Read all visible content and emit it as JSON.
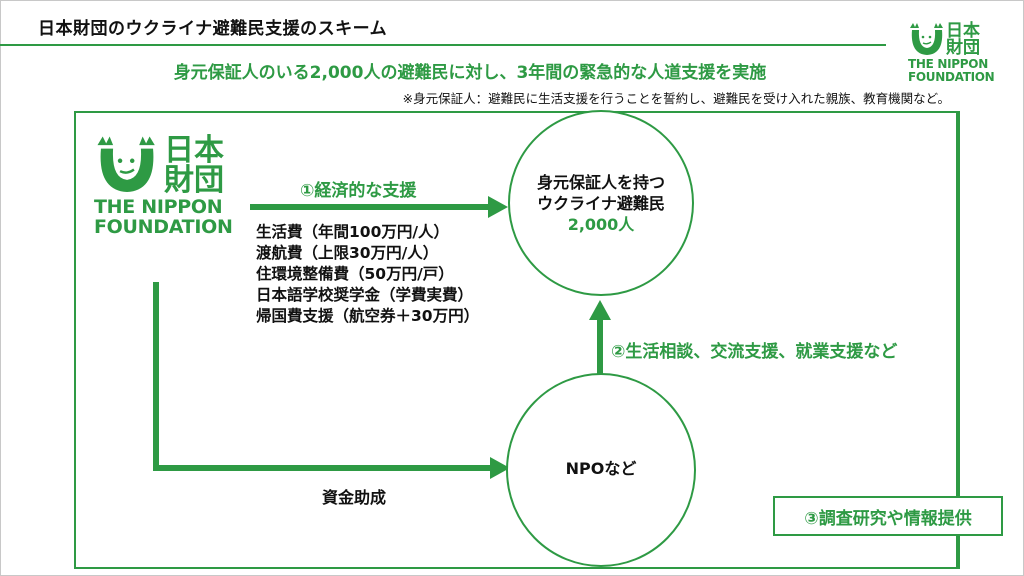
{
  "header": {
    "title": "日本財団のウクライナ避難民支援のスキーム",
    "headline": "身元保証人のいる2,000人の避難民に対し、3年間の緊急的な人道支援を実施",
    "note": "※身元保証人：避難民に生活支援を行うことを誓約し、避難民を受け入れた親族、教育機関など。"
  },
  "logo": {
    "kanji_line1": "日本",
    "kanji_line2": "財団",
    "en_line1": "THE NIPPON",
    "en_line2": "FOUNDATION",
    "icon": "smiling-face-raised-hands-icon"
  },
  "diagram": {
    "refugee_node": {
      "line1": "身元保証人を持つ",
      "line2": "ウクライナ避難民",
      "count": "2,000人"
    },
    "npo_node": {
      "label": "NPOなど"
    },
    "flow1": {
      "label": "①経済的な支援",
      "items": [
        "生活費（年間100万円/人）",
        "渡航費（上限30万円/人）",
        "住環境整備費（50万円/戸）",
        "日本語学校奨学金（学費実費）",
        "帰国費支援（航空券＋30万円）"
      ]
    },
    "flow2": {
      "label": "②生活相談、交流支援、就業支援など"
    },
    "grant": {
      "label": "資金助成"
    },
    "flow3": {
      "label": "③調査研究や情報提供"
    }
  },
  "colors": {
    "accent": "#2e9a44",
    "text": "#111111",
    "frame": "#c8c8c8"
  }
}
